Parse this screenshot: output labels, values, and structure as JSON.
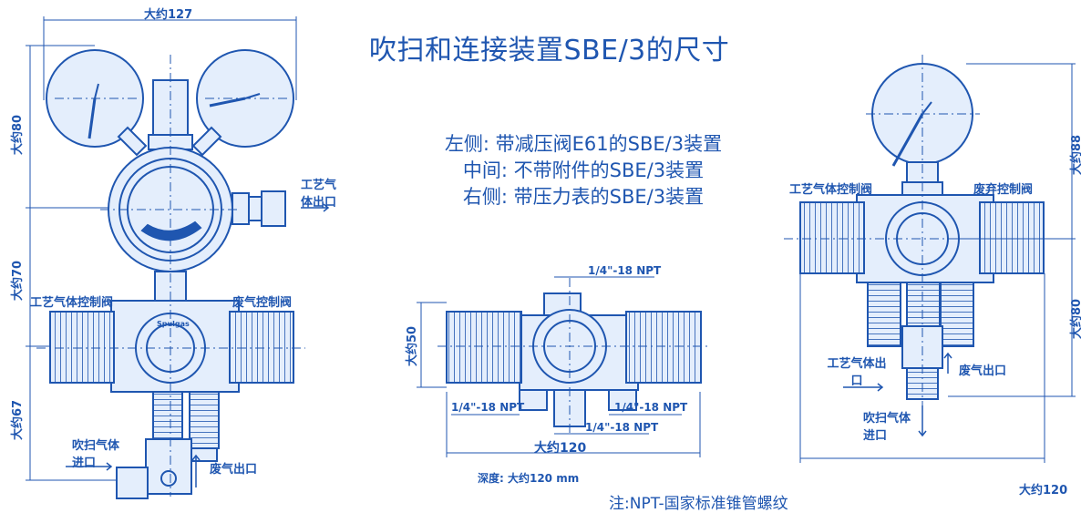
{
  "title": "吹扫和连接装置SBE/3的尺寸",
  "description": [
    "左侧: 带减压阀E61的SBE/3装置",
    "中间: 不带附件的SBE/3装置",
    "右侧: 带压力表的SBE/3装置"
  ],
  "left": {
    "width_dim": "大约127",
    "height_dims": [
      "大约80",
      "大约70",
      "大约67"
    ],
    "labels": {
      "process_gas_outlet": "工艺气体出口",
      "process_gas_valve": "工艺气体控制阀",
      "waste_gas_valve": "废气控制阀",
      "purge_gas_inlet": "吹扫气体进口",
      "waste_gas_outlet": "废气出口"
    },
    "brand": "Spulgas"
  },
  "middle": {
    "height_dim": "大约50",
    "width_dim": "大约120",
    "thread_top": "1/4\"-18 NPT",
    "thread_left": "1/4\"-18 NPT",
    "thread_right": "1/4\"-18 NPT",
    "thread_bottom": "1/4\"-18 NPT",
    "depth": "深度: 大约120 mm"
  },
  "right": {
    "height_dims": [
      "大约88",
      "大约80"
    ],
    "width_dim": "大约120",
    "labels": {
      "process_gas_valve": "工艺气体控制阀",
      "waste_gas_valve": "废弃控制阀",
      "process_gas_outlet": "工艺气体出口",
      "waste_gas_outlet": "废气出口",
      "purge_gas_inlet": "吹扫气体进口"
    }
  },
  "note": "注:NPT-国家标准锥管螺纹",
  "colors": {
    "line": "#1f56b0",
    "fill": "#e4eefc",
    "accent": "#1f56b0"
  }
}
